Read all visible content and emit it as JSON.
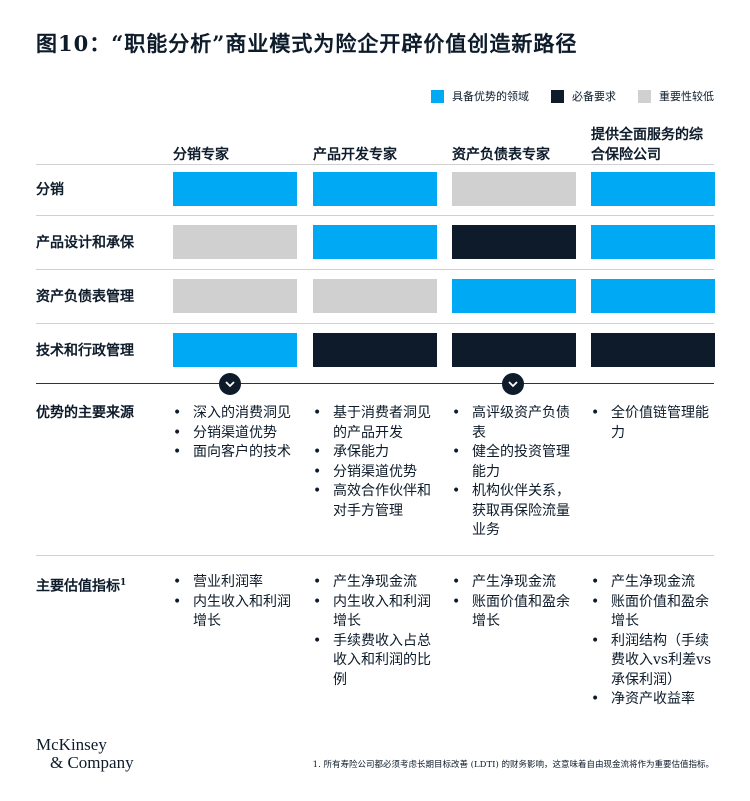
{
  "title": "图10：“职能分析”商业模式为险企开辟价值创造新路径",
  "legend": [
    {
      "label": "具备优势的领域",
      "color": "#00a9f4"
    },
    {
      "label": "必备要求",
      "color": "#0d1b2a"
    },
    {
      "label": "重要性较低",
      "color": "#d0d0d0"
    }
  ],
  "columns": [
    {
      "label": "分销专家"
    },
    {
      "label": "产品开发专家"
    },
    {
      "label": "资产负债表专家"
    },
    {
      "label": "提供全面服务的综合保险公司"
    }
  ],
  "rows": [
    {
      "label": "分销",
      "levels": [
        "advantage",
        "advantage",
        "low",
        "advantage"
      ]
    },
    {
      "label": "产品设计和承保",
      "levels": [
        "low",
        "advantage",
        "required",
        "advantage"
      ]
    },
    {
      "label": "资产负债表管理",
      "levels": [
        "low",
        "low",
        "advantage",
        "advantage"
      ]
    },
    {
      "label": "技术和行政管理",
      "levels": [
        "advantage",
        "required",
        "required",
        "required"
      ]
    }
  ],
  "level_colors": {
    "advantage": "#00a9f4",
    "required": "#0d1b2a",
    "low": "#d0d0d0"
  },
  "icons": {
    "expand": "chevron-down-icon"
  },
  "sources_label": "优势的主要来源",
  "sources": [
    [
      "深入的消费洞见",
      "分销渠道优势",
      "面向客户的技术"
    ],
    [
      "基于消费者洞见的产品开发",
      "承保能力",
      "分销渠道优势",
      "高效合作伙伴和对手方管理"
    ],
    [
      "高评级资产负债表",
      "健全的投资管理能力",
      "机构伙伴关系，获取再保险流量业务"
    ],
    [
      "全价值链管理能力"
    ]
  ],
  "metrics_label": "主要估值指标",
  "metrics_sup": "1",
  "metrics": [
    [
      "营业利润率",
      "内生收入和利润增长"
    ],
    [
      "产生净现金流",
      "内生收入和利润增长",
      "手续费收入占总收入和利润的比例"
    ],
    [
      "产生净现金流",
      "账面价值和盈余增长"
    ],
    [
      "产生净现金流",
      "账面价值和盈余增长",
      "利润结构（手续费收入vs利差vs承保利润）",
      "净资产收益率"
    ]
  ],
  "logo": {
    "line1": "McKinsey",
    "line2": "& Company"
  },
  "footnote": "1. 所有寿险公司都必须考虑长期目标改善 (LDTI) 的财务影响，这意味着自由现金流将作为重要估值指标。"
}
